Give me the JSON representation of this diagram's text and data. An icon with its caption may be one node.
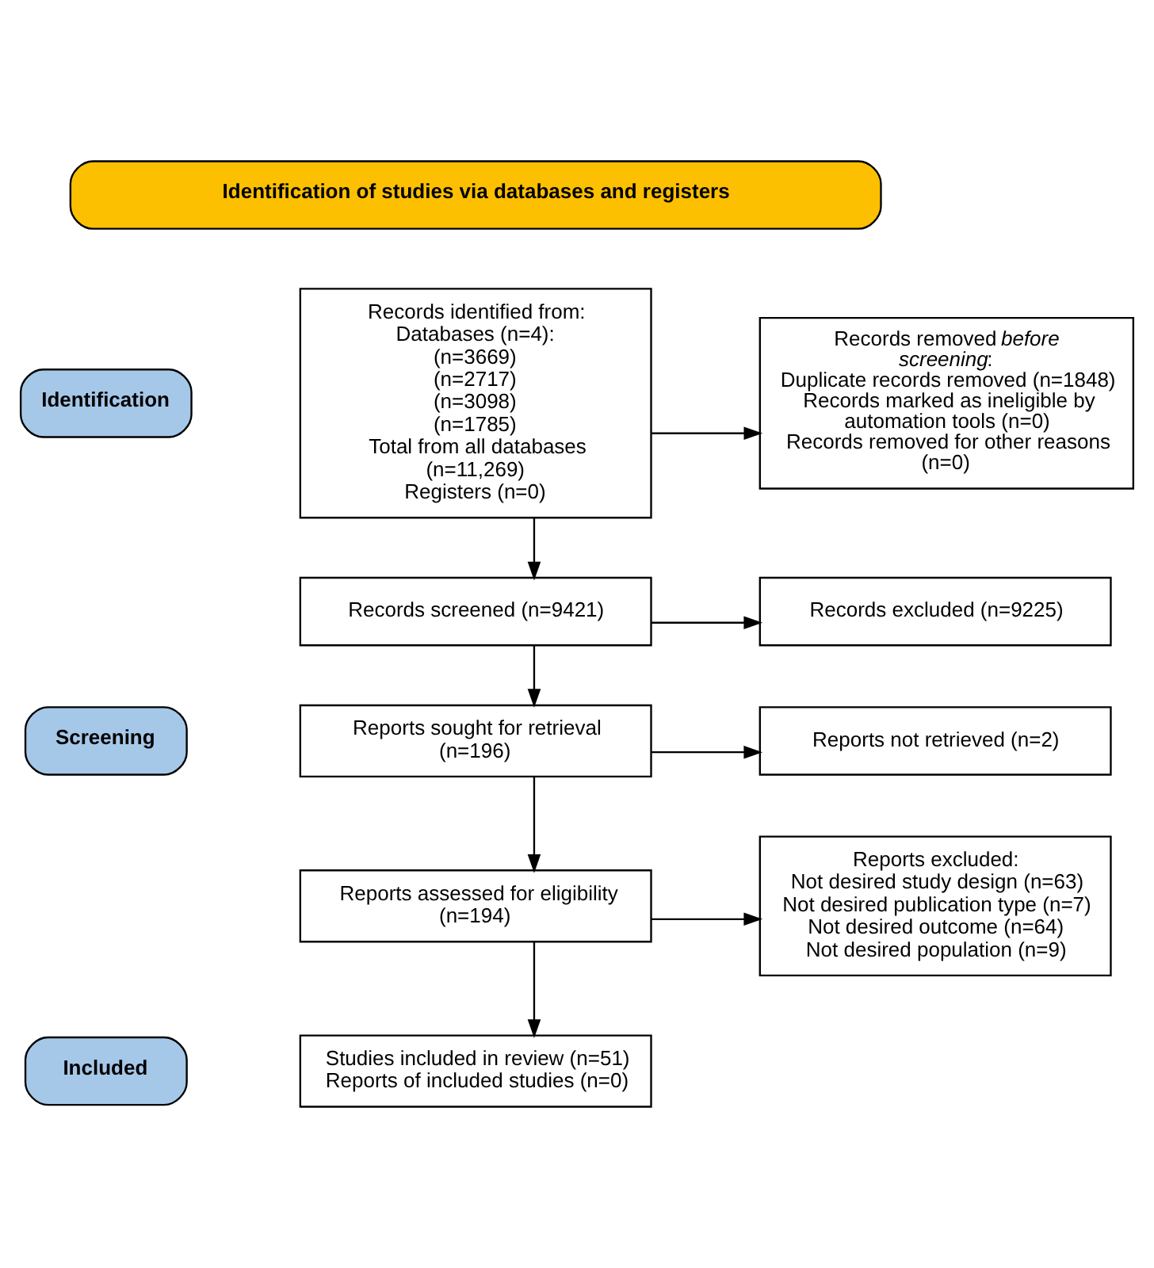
{
  "diagram": {
    "nodes": [
      {
        "text": [
          "Identification of studies via databases and registers"
        ]
      },
      {
        "text": [
          "Identification"
        ]
      },
      {
        "text": [
          "Screening"
        ]
      },
      {
        "text": [
          "Included"
        ]
      },
      {
        "text": [
          "Records identified from:",
          "Databases (n=4):",
          "(n=3669)",
          "(n=2717)",
          "(n=3098)",
          "(n=1785)",
          "Total from all databases (n=11,269)",
          "Registers (n=0)"
        ]
      },
      {
        "text": [
          "Records removed *before screening*:",
          "Duplicate records removed (n=1848)",
          "Records marked as ineligible by automation tools (n=0)",
          "Records removed for other reasons (n=0)"
        ]
      },
      {
        "text": [
          "Records screened (n=9421)"
        ]
      },
      {
        "text": [
          "Records excluded (n=9225)"
        ]
      },
      {
        "text": [
          "Reports sought for retrieval (n=196)"
        ]
      },
      {
        "text": [
          "Reports not retrieved (n=2)"
        ]
      },
      {
        "text": [
          "Reports assessed for eligibility (n=194)"
        ]
      },
      {
        "text": [
          "Reports excluded:",
          "Not desired study design (n=63)",
          "Not desired publication type (n=7)",
          "Not desired outcome (n=64)",
          "Not desired population (n=9)"
        ]
      },
      {
        "text": [
          "Studies included in review (n=51)",
          "Reports of included studies (n=0)"
        ]
      }
    ],
    "edges": [
      {
        "from": 4,
        "to": 5,
        "arrow": "to"
      },
      {
        "from": 4,
        "to": 6,
        "arrow": "to"
      },
      {
        "from": 6,
        "to": 7,
        "arrow": "to"
      },
      {
        "from": 6,
        "to": 8,
        "arrow": "to"
      },
      {
        "from": 8,
        "to": 9,
        "arrow": "to"
      },
      {
        "from": 8,
        "to": 10,
        "arrow": "to"
      },
      {
        "from": 10,
        "to": 11,
        "arrow": "to"
      },
      {
        "from": 10,
        "to": 12,
        "arrow": "to"
      }
    ]
  }
}
